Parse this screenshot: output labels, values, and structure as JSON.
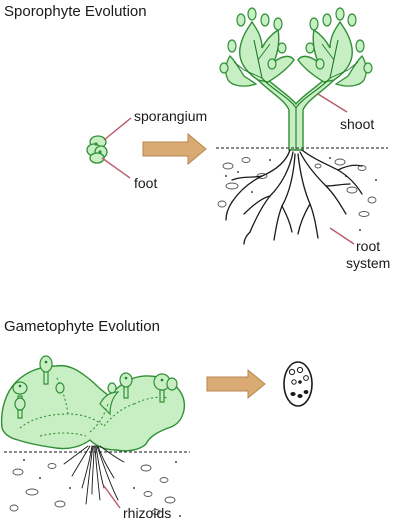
{
  "sporophyte": {
    "heading": "Sporophyte Evolution",
    "labels": {
      "sporangium": "sporangium",
      "foot": "foot",
      "shoot": "shoot",
      "root_line1": "root",
      "root_line2": "system"
    }
  },
  "gametophyte": {
    "heading": "Gametophyte Evolution",
    "labels": {
      "rhizoids": "rhizoids"
    }
  },
  "colors": {
    "plant_fill": "#c8efc4",
    "plant_stroke": "#2f8f35",
    "plant_dark": "#1e7a28",
    "arrow": "#d9aa73",
    "arrow_stroke": "#b88650",
    "leader": "#b85a6a",
    "soil": "#444444",
    "ink": "#1a1a1a"
  }
}
